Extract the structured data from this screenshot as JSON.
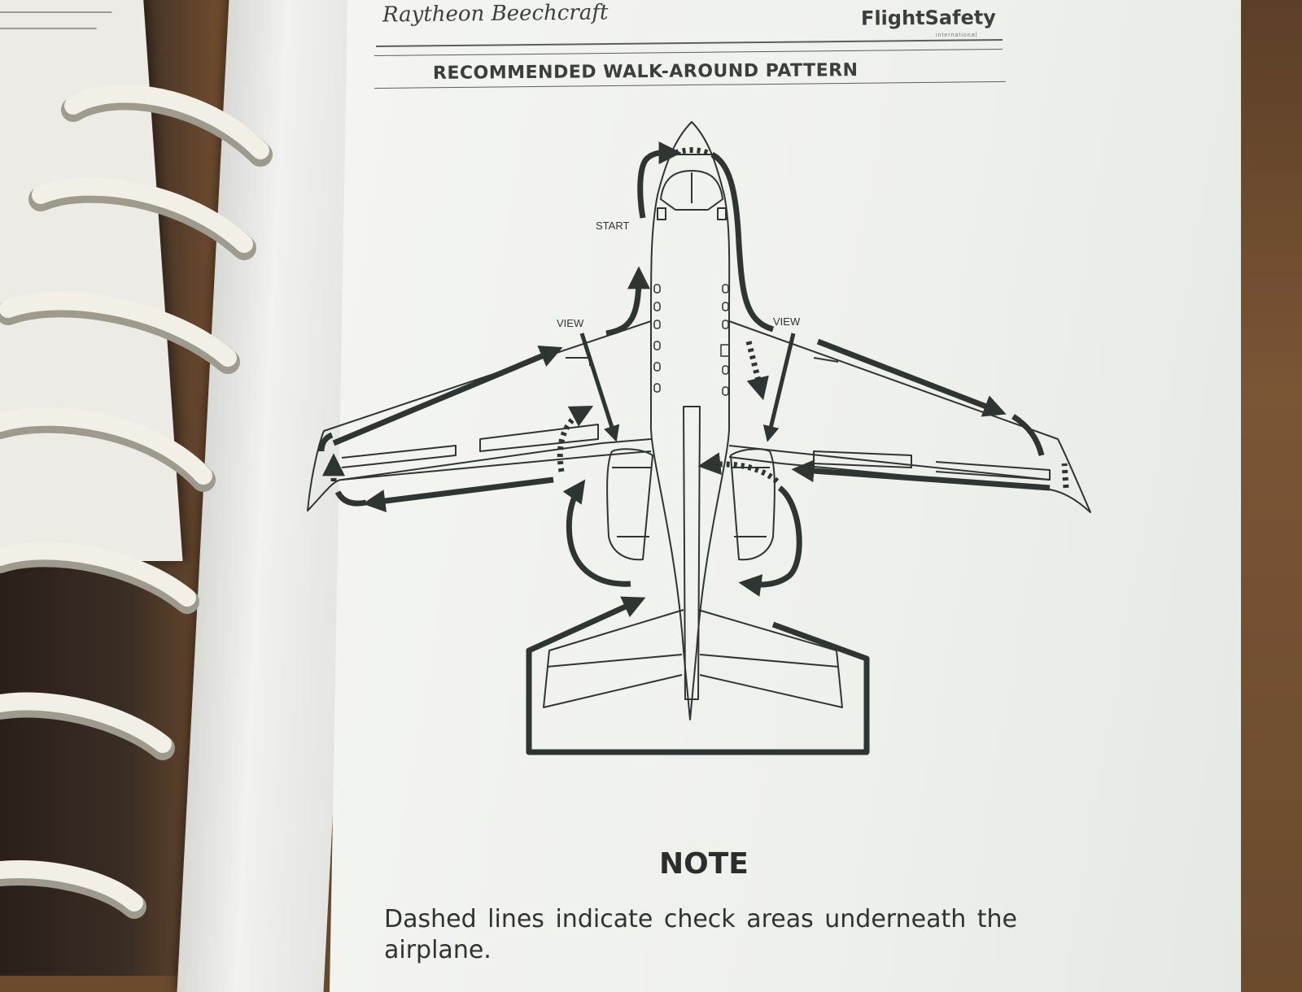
{
  "header": {
    "brand_left": "Raytheon Beechcraft",
    "brand_right": "FlightSafety",
    "brand_right_sub": "international"
  },
  "section": {
    "title": "RECOMMENDED WALK-AROUND PATTERN"
  },
  "diagram": {
    "labels": {
      "start": "START",
      "view_left": "VIEW",
      "view_right": "VIEW"
    }
  },
  "note": {
    "title": "NOTE",
    "text": "Dashed lines indicate check areas underneath the airplane."
  },
  "colors": {
    "ink": "#2e3533",
    "page": "#f1f2ef",
    "binder_tab_green": "#1a9a6e"
  }
}
